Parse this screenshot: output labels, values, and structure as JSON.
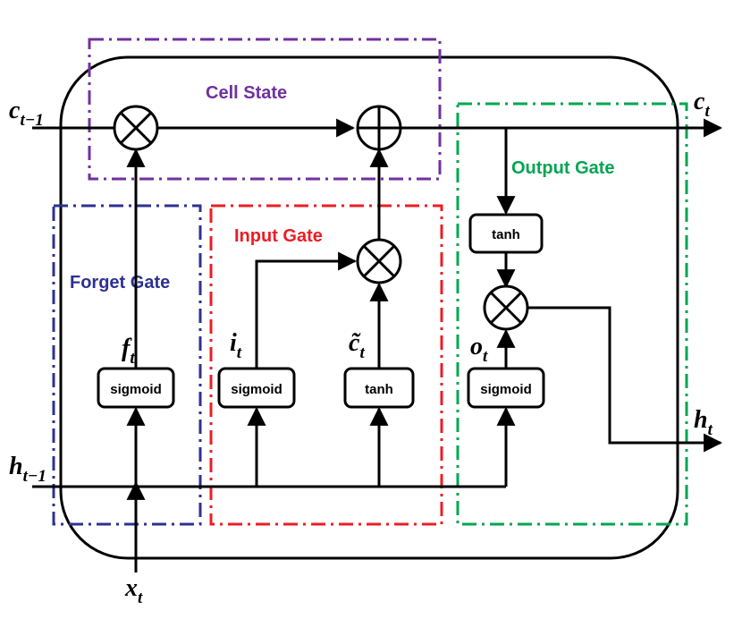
{
  "regions": {
    "cell_state": {
      "label": "Cell State",
      "color": "#7030A0"
    },
    "forget_gate": {
      "label": "Forget Gate",
      "color": "#2E3192"
    },
    "input_gate": {
      "label": "Input Gate",
      "color": "#ED1C24"
    },
    "output_gate": {
      "label": "Output Gate",
      "color": "#00A651"
    }
  },
  "boxes": {
    "forget_sigmoid": "sigmoid",
    "input_sigmoid": "sigmoid",
    "input_tanh": "tanh",
    "output_sigmoid": "sigmoid",
    "output_tanh": "tanh"
  },
  "variables": {
    "c_prev": {
      "base": "c",
      "sub": "t−1"
    },
    "c_t": {
      "base": "c",
      "sub": "t"
    },
    "h_prev": {
      "base": "h",
      "sub": "t−1"
    },
    "h_t": {
      "base": "h",
      "sub": "t"
    },
    "x_t": {
      "base": "x",
      "sub": "t"
    },
    "f_t": {
      "base": "f",
      "sub": "t"
    },
    "i_t": {
      "base": "i",
      "sub": "t"
    },
    "c_tilde": {
      "base": "c̃",
      "sub": "t"
    },
    "o_t": {
      "base": "o",
      "sub": "t"
    }
  },
  "operators": {
    "multiply": "multiply-icon",
    "add": "add-icon"
  }
}
